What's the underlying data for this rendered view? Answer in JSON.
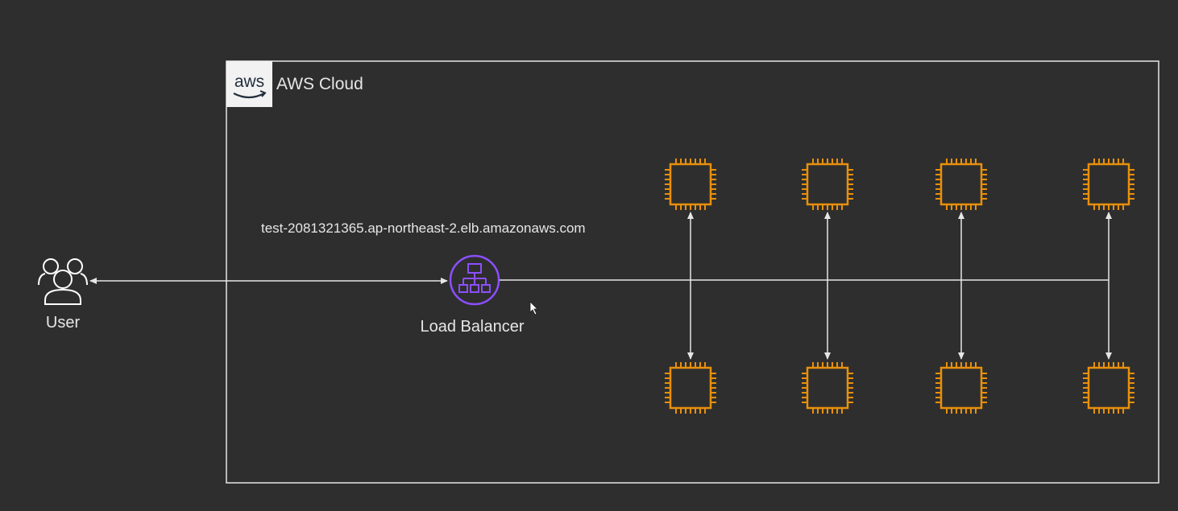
{
  "cloud": {
    "logo_text": "aws",
    "title": "AWS Cloud"
  },
  "user": {
    "label": "User",
    "icon": "users-icon"
  },
  "load_balancer": {
    "label": "Load Balancer",
    "dns_name": "test-2081321365.ap-northeast-2.elb.amazonaws.com",
    "icon": "load-balancer-icon",
    "color": "#8c4fff"
  },
  "instances": {
    "icon": "ec2-instance-icon",
    "color": "#e8900c",
    "count": 8
  },
  "colors": {
    "background": "#2e2e2e",
    "line": "#e6e6e6",
    "text": "#e6e6e6"
  }
}
